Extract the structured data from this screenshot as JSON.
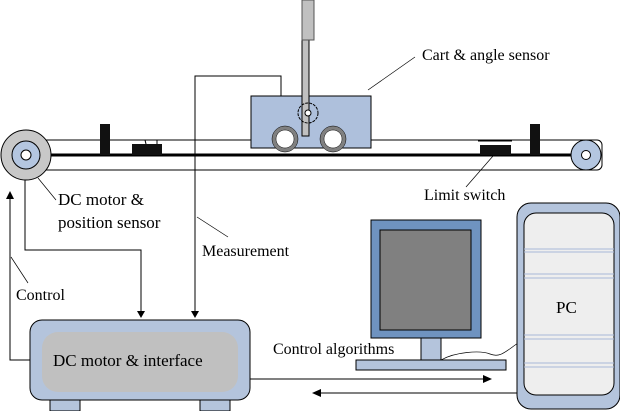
{
  "diagram": {
    "labels": {
      "cart": "Cart & angle sensor",
      "limit_switch": "Limit switch",
      "dc_motor_line1": "DC motor &",
      "dc_motor_line2": "position sensor",
      "measurement": "Measurement",
      "control": "Control",
      "interface": "DC motor & interface",
      "algorithms": "Control algorithms",
      "pc": "PC"
    },
    "colors": {
      "cart_fill": "#aec0dc",
      "pendulum_fill": "#c0c0c0",
      "wheel": "#808080",
      "pulley_outer": "#c8c8c8",
      "pulley_inner": "#b4c6e0",
      "interface_body": "#b4c4dc",
      "interface_panel": "#c0c0c0",
      "monitor_frame": "#6f93c0",
      "monitor_screen": "#808080",
      "monitor_stand": "#b4c4dc",
      "pc_case": "#b4c4dc",
      "pc_panel": "#eeeeee",
      "line": "#000000"
    }
  }
}
